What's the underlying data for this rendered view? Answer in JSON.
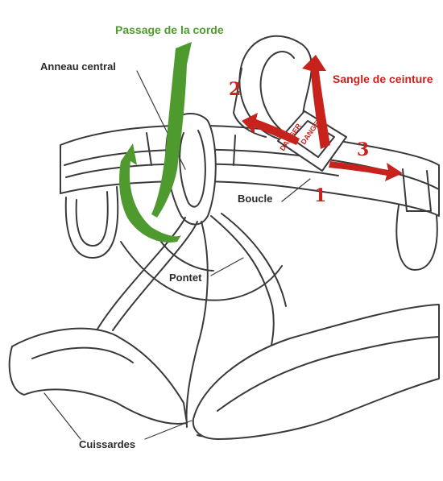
{
  "labels": {
    "passage_corde": "Passage de la corde",
    "anneau_central": "Anneau central",
    "sangle_ceinture": "Sangle de ceinture",
    "boucle": "Boucle",
    "pontet": "Pontet",
    "cuissardes": "Cuissardes",
    "danger": "DANGER"
  },
  "steps": [
    "1",
    "2",
    "3"
  ],
  "colors": {
    "line": "#3a3a3a",
    "green_arrow": "#4f9a2e",
    "red_arrow": "#c8221c"
  }
}
